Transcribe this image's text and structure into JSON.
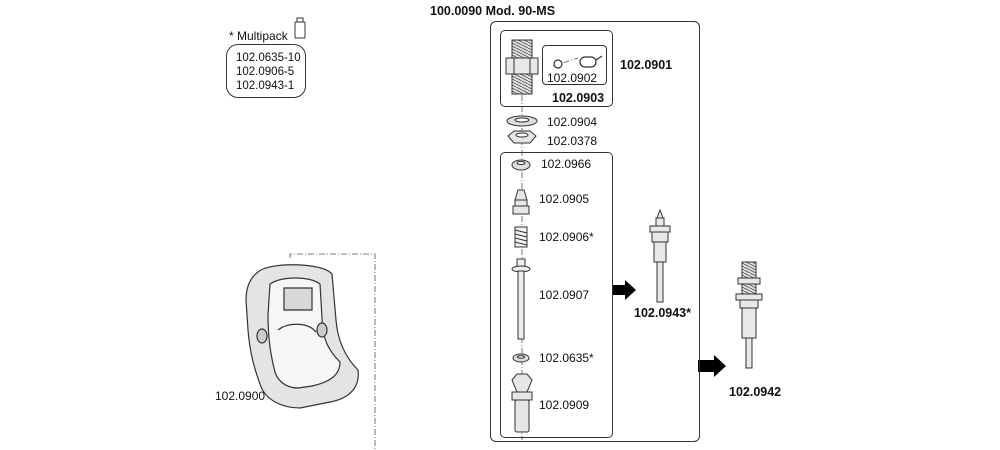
{
  "title": "100.0090 Mod. 90-MS",
  "multipack": {
    "label": "* Multipack",
    "items": [
      "102.0635-10",
      "102.0906-5",
      "102.0943-1"
    ]
  },
  "bowl": {
    "part": "102.0900"
  },
  "parts": {
    "p0901": "102.0901",
    "p0902": "102.0902",
    "p0903": "102.0903",
    "p0904": "102.0904",
    "p0378": "102.0378",
    "p0966": "102.0966",
    "p0905": "102.0905",
    "p0906": "102.0906*",
    "p0907": "102.0907",
    "p0635": "102.0635*",
    "p0909": "102.0909",
    "p0943": "102.0943*",
    "p0942": "102.0942"
  },
  "icons": [
    "multipack-icon",
    "arrow-right-icon"
  ],
  "colors": {
    "line": "#333333",
    "fill": "#e6e6e6",
    "arrow": "#000000"
  }
}
